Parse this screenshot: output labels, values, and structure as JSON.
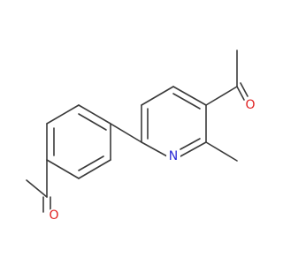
{
  "molecule": {
    "atom_labels": {
      "pyridine_nitrogen": "N",
      "ketone_oxygen_top": "O",
      "ketone_oxygen_bottom": "O"
    },
    "colors": {
      "bond": "#3a3a3a",
      "nitrogen": "#2a2ad6",
      "oxygen": "#e02020",
      "background": "#ffffff"
    }
  }
}
